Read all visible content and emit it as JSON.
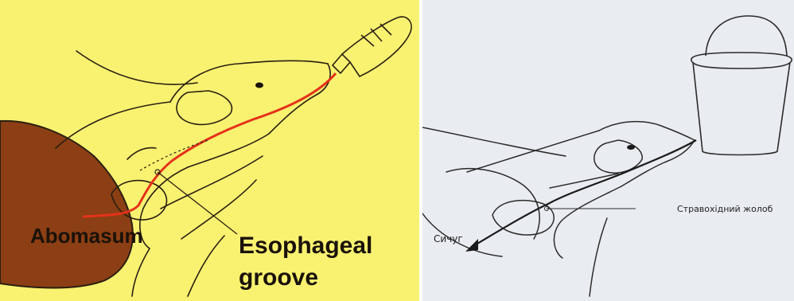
{
  "left_diagram": {
    "labels": {
      "abomasum": "Abomasum",
      "esophageal_line1": "Esophageal",
      "esophageal_line2": "groove"
    },
    "colors": {
      "background": "#f9f271",
      "abomasum_fill": "#8c3f14",
      "milk_path": "#e5321a",
      "outline": "#2a1f10"
    }
  },
  "right_diagram": {
    "labels": {
      "abomasum": "Сичуг",
      "esophageal_groove": "Стравохідний жолоб"
    },
    "colors": {
      "background": "#e9ecf0",
      "outline": "#2b2b2b"
    }
  }
}
